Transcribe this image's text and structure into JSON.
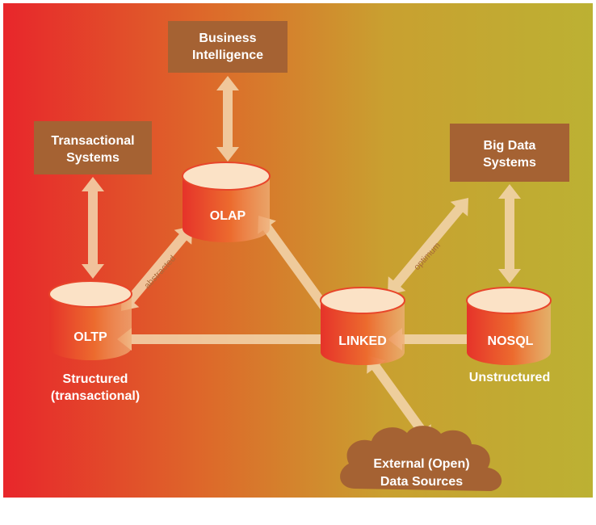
{
  "colors": {
    "gradient_left": "#e8272a",
    "gradient_mid": "#d9882e",
    "gradient_right": "#bdb232",
    "box_fill": "#a56233",
    "arrow_fill": "#f1d2a6",
    "db_top": "#fbe3c8",
    "db_body": "#e8452a"
  },
  "boxes": {
    "business_intelligence": {
      "line1": "Business",
      "line2": "Intelligence"
    },
    "transactional_systems": {
      "line1": "Transactional",
      "line2": "Systems"
    },
    "big_data_systems": {
      "line1": "Big Data",
      "line2": "Systems"
    }
  },
  "databases": {
    "olap": "OLAP",
    "oltp": "OLTP",
    "linked": "LINKED",
    "nosql": "NOSQL"
  },
  "captions": {
    "structured_line1": "Structured",
    "structured_line2": "(transactional)",
    "unstructured": "Unstructured"
  },
  "cloud": {
    "line1": "External (Open)",
    "line2": "Data Sources"
  },
  "edge_labels": {
    "abstracted": "abstracted",
    "optimum": "optimum"
  }
}
